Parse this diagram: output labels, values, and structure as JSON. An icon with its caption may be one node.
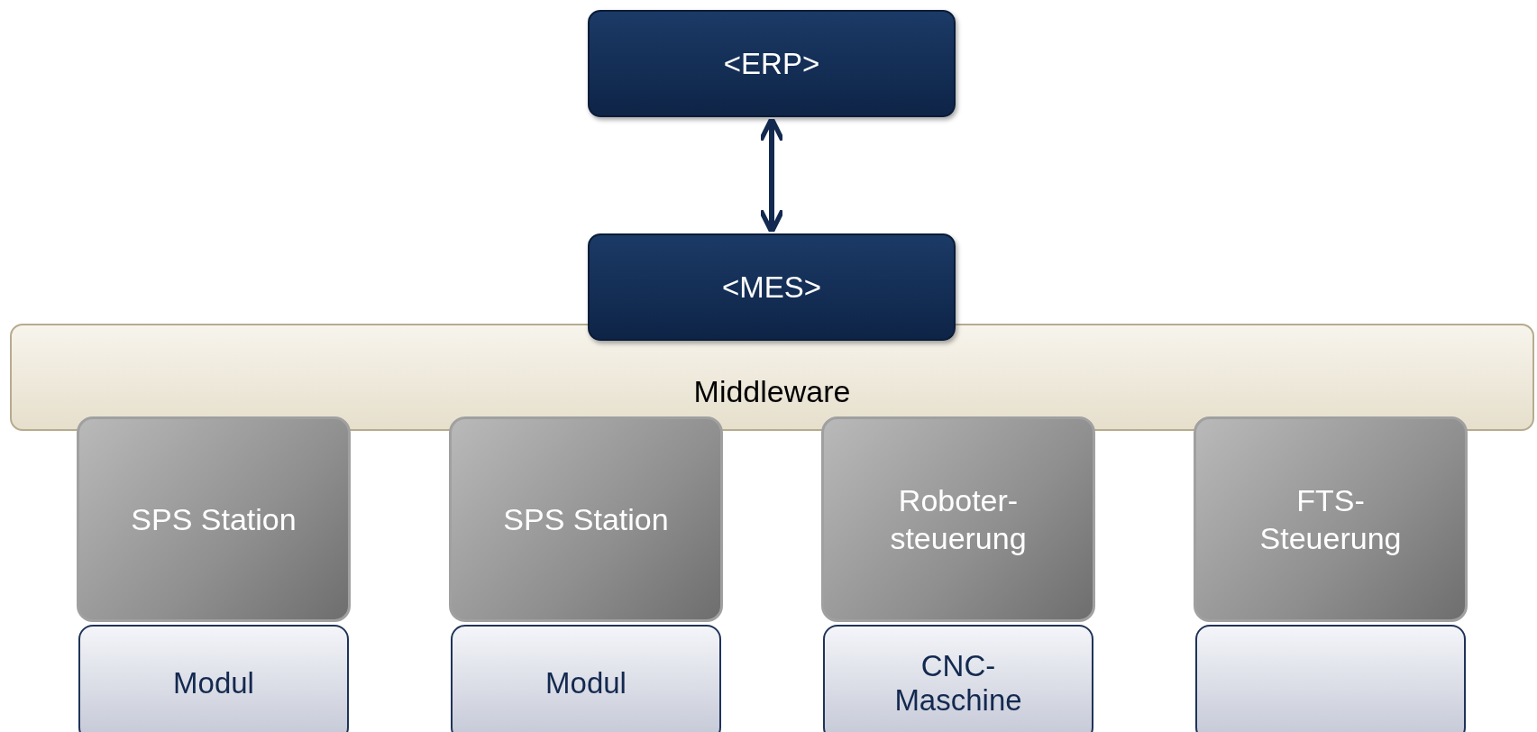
{
  "diagram": {
    "nodes": [
      {
        "text": [
          "<ERP>"
        ]
      },
      {
        "text": [
          "<MES>"
        ]
      },
      {
        "text": [
          "Middleware"
        ]
      },
      {
        "text": [
          "SPS Station"
        ]
      },
      {
        "text": [
          "Modul"
        ]
      },
      {
        "text": [
          "SPS Station"
        ]
      },
      {
        "text": [
          "Modul"
        ]
      },
      {
        "text": [
          "Roboter- steuerung"
        ]
      },
      {
        "text": [
          "CNC- Maschine"
        ]
      },
      {
        "text": [
          "FTS- Steuerung"
        ]
      },
      {
        "text": [],
        "shape": "box"
      }
    ],
    "edges": [
      {
        "from": 0,
        "to": 1,
        "arrow": "both"
      }
    ]
  }
}
